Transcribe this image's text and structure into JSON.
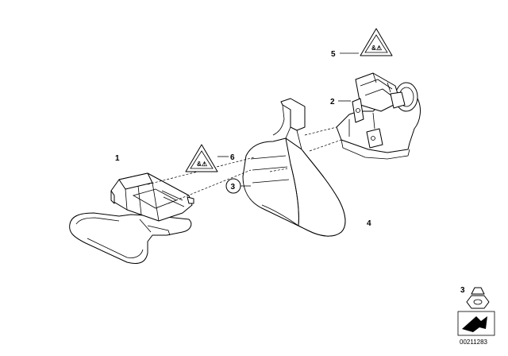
{
  "callouts": {
    "c1": "1",
    "c2": "2",
    "c3_circled": "3",
    "c3_hardware": "3",
    "c4": "4",
    "c5": "5",
    "c6": "6"
  },
  "warning_labels": {
    "label_5": "&",
    "label_6": "&"
  },
  "document_number": "00211283",
  "icons": [
    "warning-triangle-icon",
    "nut-icon",
    "arrow-catalog-icon"
  ]
}
